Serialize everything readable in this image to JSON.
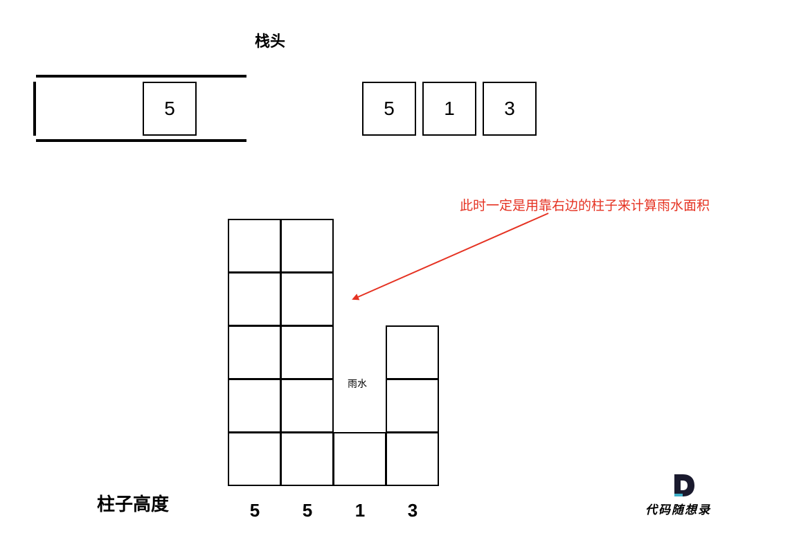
{
  "stack": {
    "title": "栈头",
    "items": [
      "5"
    ]
  },
  "sequence": [
    "5",
    "1",
    "3"
  ],
  "annotation": {
    "text": "此时一定是用靠右边的柱子来计算雨水面积",
    "color": "#e53222"
  },
  "bars": {
    "rain_label": "雨水",
    "axis_title": "柱子高度",
    "heights": [
      5,
      5,
      1,
      3
    ],
    "labels": [
      "5",
      "5",
      "1",
      "3"
    ]
  },
  "logo": {
    "text": "代码随想录",
    "mark": "D",
    "mark_color": "#1a1a2e",
    "accent_color": "#3fb0c9"
  }
}
